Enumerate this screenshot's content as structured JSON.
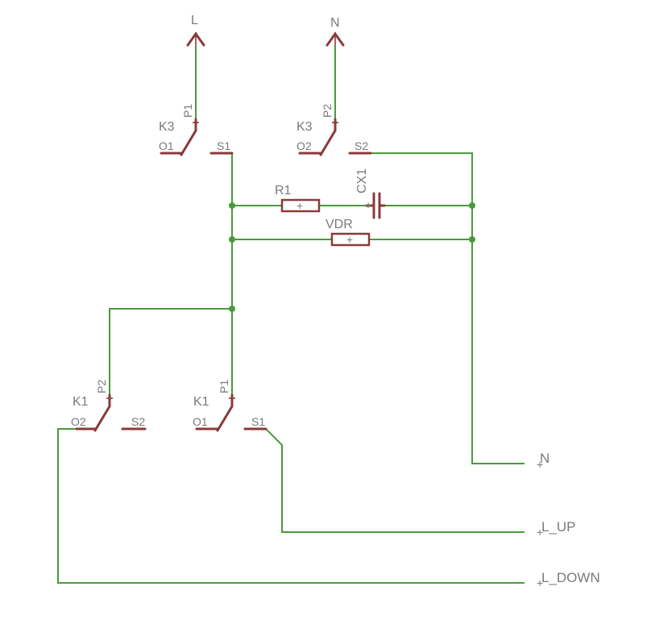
{
  "supply": {
    "line": "L",
    "neutral": "N"
  },
  "relay_k3": {
    "name": "K3",
    "pole1": {
      "pin": "P1",
      "output": "O1",
      "contact": "S1"
    },
    "pole2": {
      "pin": "P2",
      "output": "O2",
      "contact": "S2"
    }
  },
  "relay_k1": {
    "name": "K1",
    "pole1": {
      "pin": "P1",
      "output": "O1",
      "contact": "S1"
    },
    "pole2": {
      "pin": "P2",
      "output": "O2",
      "contact": "S2"
    }
  },
  "components": {
    "resistor": "R1",
    "capacitor": "CX1",
    "varistor": "VDR",
    "marker": "+"
  },
  "outputs": {
    "neutral": "N",
    "up": "L_UP",
    "down": "L_DOWN"
  },
  "colors": {
    "wire": "#4a9a3b",
    "symbol": "#8a3a3a",
    "label": "#7a7a7a"
  }
}
